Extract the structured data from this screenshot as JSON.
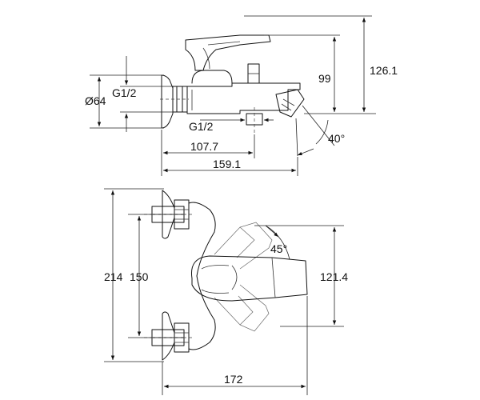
{
  "side_view": {
    "dim_height_total": "126.1",
    "dim_height_handle": "99",
    "dim_diameter": "Ø64",
    "dim_thread_inlet": "G1/2",
    "dim_thread_outlet": "G1/2",
    "dim_spout_angle": "40°",
    "dim_outlet_offset": "107.7",
    "dim_total_length": "159.1"
  },
  "front_view": {
    "dim_total_height": "214",
    "dim_center_distance": "150",
    "dim_handle_height": "121.4",
    "dim_handle_angle": "45°",
    "dim_total_width": "172"
  }
}
